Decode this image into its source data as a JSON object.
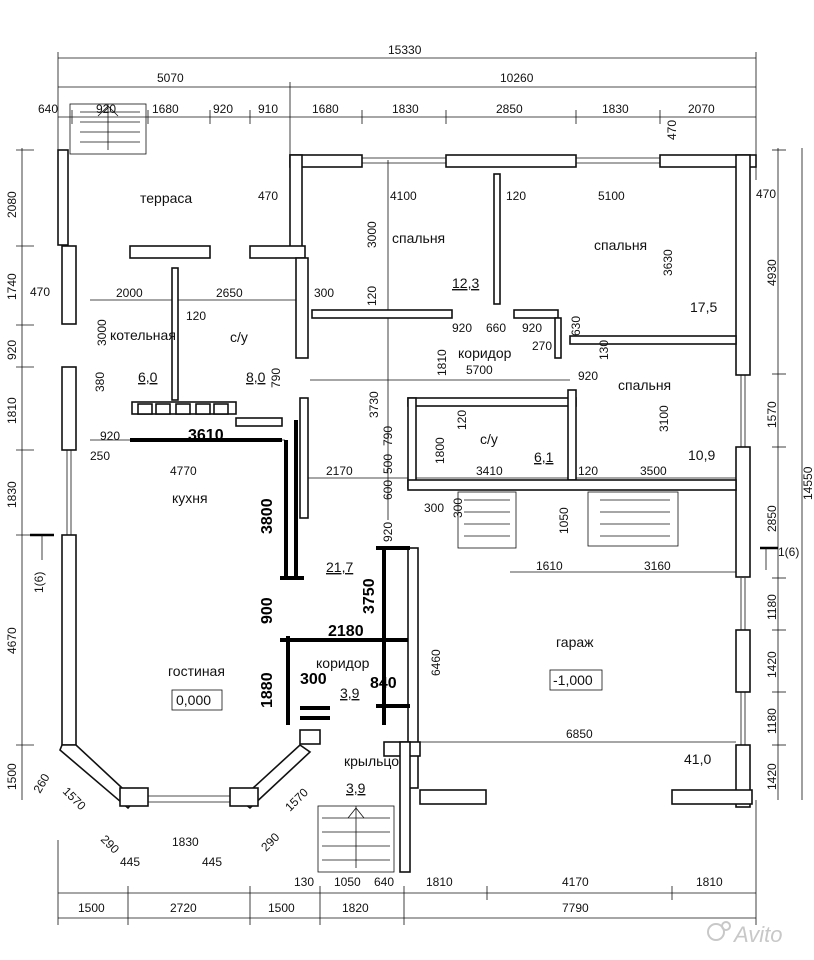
{
  "plan": {
    "rooms": [
      {
        "id": "terrace",
        "name": "терраса"
      },
      {
        "id": "bedroom-1",
        "name": "спальня",
        "area": "12,3"
      },
      {
        "id": "bedroom-2",
        "name": "спальня",
        "area": "17,5"
      },
      {
        "id": "bedroom-3",
        "name": "спальня",
        "area": "10,9"
      },
      {
        "id": "boiler",
        "name": "котельная",
        "area": "6,0"
      },
      {
        "id": "bath-1",
        "name": "с/у",
        "area": "8,0"
      },
      {
        "id": "bath-2",
        "name": "с/у",
        "area": "6,1"
      },
      {
        "id": "corridor-1",
        "name": "коридор"
      },
      {
        "id": "kitchen",
        "name": "кухня"
      },
      {
        "id": "hall",
        "area": "21,7"
      },
      {
        "id": "corridor-2",
        "name": "коридор",
        "area": "3,9"
      },
      {
        "id": "living",
        "name": "гостиная",
        "level": "0,000"
      },
      {
        "id": "porch",
        "name": "крыльцо",
        "area": "3,9"
      },
      {
        "id": "garage",
        "name": "гараж",
        "level": "-1,000",
        "area": "41,0"
      }
    ],
    "section_mark": "1(6)",
    "dimensions": {
      "top_total": "15330",
      "top_row2": [
        "5070",
        "10260"
      ],
      "top_row3": [
        "640",
        "920",
        "1680",
        "920",
        "910",
        "1680",
        "1830",
        "2850",
        "1830",
        "2070"
      ],
      "top_extra": "470",
      "left": [
        "2080",
        "1740",
        "470",
        "920",
        "1810",
        "1830",
        "4670",
        "1500"
      ],
      "right": [
        "470",
        "4930",
        "1570",
        "2850",
        "1180",
        "1420",
        "1180",
        "1420"
      ],
      "right_total": "14550",
      "bottom_row1": [
        "130",
        "1050",
        "640",
        "1810",
        "4170",
        "1810"
      ],
      "bottom_row2": [
        "1500",
        "2720",
        "1500",
        "1820",
        "7790"
      ],
      "living_bottom": [
        "1830",
        "445",
        "445"
      ],
      "diag": [
        "260",
        "1570",
        "290",
        "290",
        "1570"
      ],
      "interior": [
        "470",
        "4100",
        "120",
        "5100",
        "3000",
        "3630",
        "2000",
        "2650",
        "300",
        "120",
        "120",
        "3000",
        "920",
        "660",
        "920",
        "270",
        "630",
        "130",
        "1810",
        "5700",
        "920",
        "3730",
        "3100",
        "380",
        "790",
        "120",
        "1800",
        "3410",
        "120",
        "3500",
        "920",
        "250",
        "4770",
        "2170",
        "600",
        "500",
        "790",
        "300",
        "1050",
        "300",
        "920",
        "1610",
        "3160",
        "6460",
        "6850"
      ],
      "bold": [
        "3610",
        "3800",
        "900",
        "3750",
        "2180",
        "1880",
        "300",
        "840"
      ]
    },
    "watermark": "Avito"
  }
}
